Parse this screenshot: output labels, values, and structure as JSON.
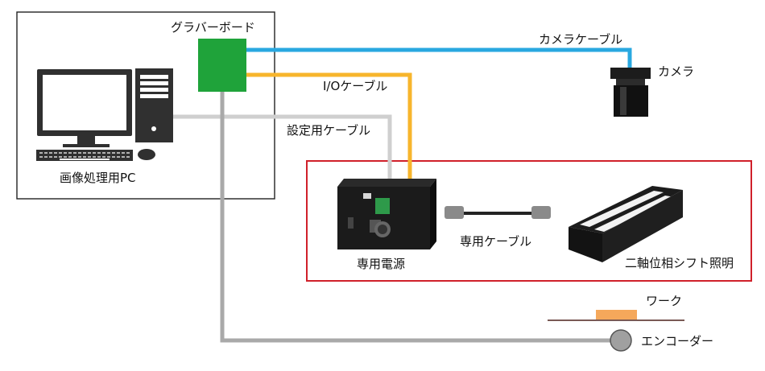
{
  "labels": {
    "grabber_board": "グラバーボード",
    "camera_cable": "カメラケーブル",
    "camera": "カメラ",
    "io_cable": "I/Oケーブル",
    "setting_cable": "設定用ケーブル",
    "pc": "画像処理用PC",
    "power_supply": "専用電源",
    "dedicated_cable": "専用ケーブル",
    "lighting": "二軸位相シフト照明",
    "work": "ワーク",
    "encoder": "エンコーダー"
  },
  "colors": {
    "camera_cable": "#29a8e0",
    "io_cable": "#f7b52c",
    "setting_cable": "#cfcfcf",
    "encoder_cable": "#a9a9a9",
    "grabber_board": "#1fa33a",
    "lighting_frame": "#d0202a",
    "work": "#f5a85b",
    "stage_line": "#7a5a55",
    "encoder": "#a0a0a0"
  }
}
